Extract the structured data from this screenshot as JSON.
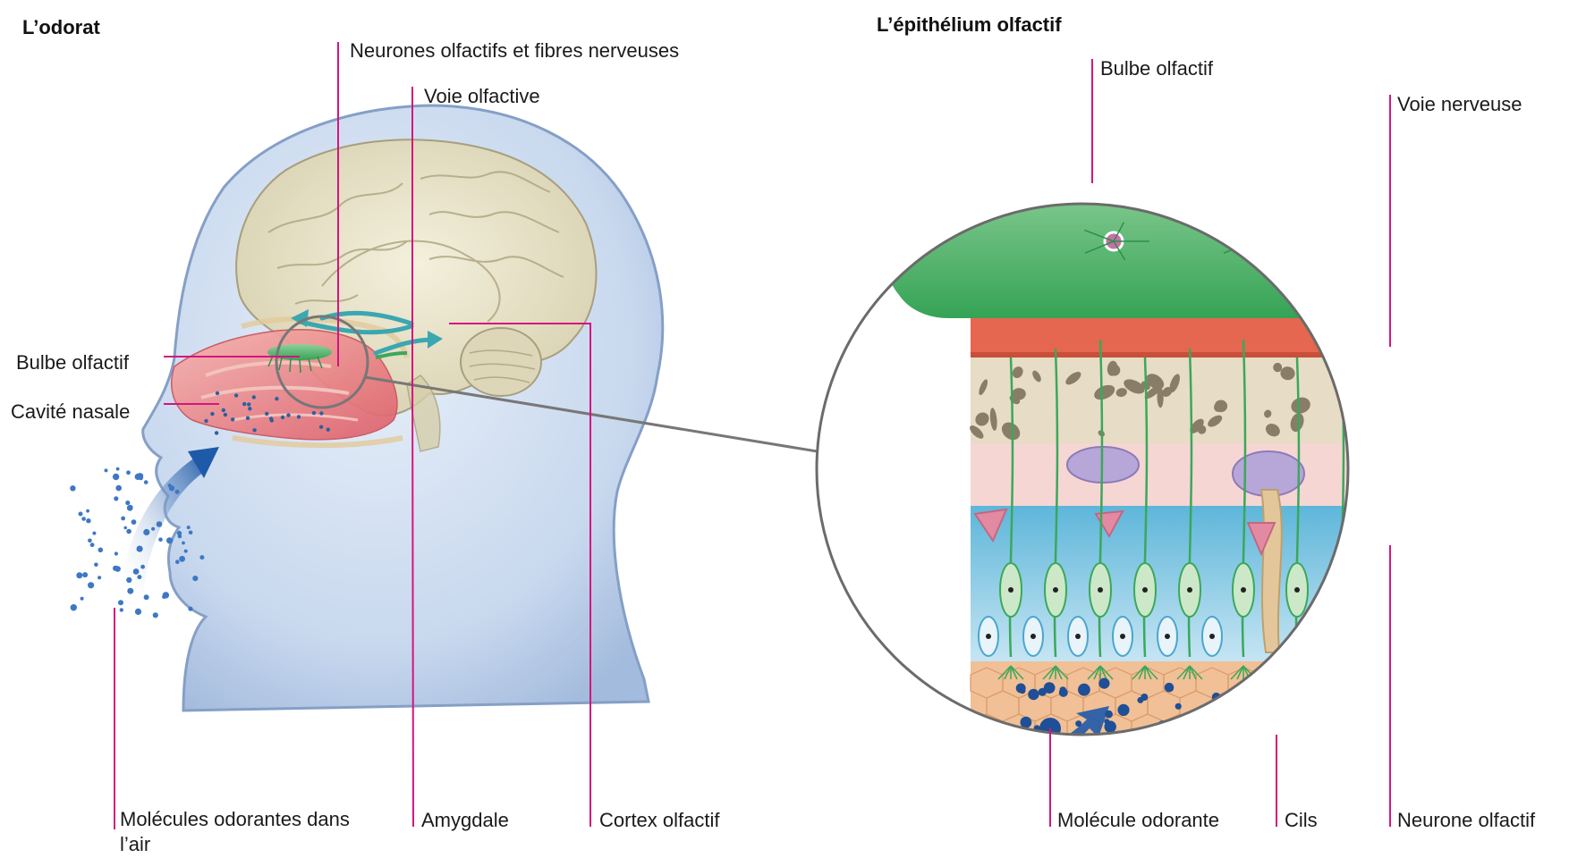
{
  "titles": {
    "left": "L’odorat",
    "right": "L’épithélium olfactif"
  },
  "labels": {
    "neurones_fibres": "Neurones olfactifs et fibres nerveuses",
    "voie_olfactive": "Voie olfactive",
    "bulbe_olfactif_left": "Bulbe olfactif",
    "cavite_nasale": "Cavité nasale",
    "molecules_air": "Molécules odorantes dans l’air",
    "amygdale": "Amygdale",
    "cortex_olfactif": "Cortex olfactif",
    "bulbe_olfactif_right": "Bulbe olfactif",
    "voie_nerveuse": "Voie nerveuse",
    "molecule_odorante": "Molécule odorante",
    "cils": "Cils",
    "neurone_olfactif": "Neurone olfactif"
  },
  "colors": {
    "leader": "#d4157f",
    "head": "#bcd0ea",
    "brain": "#ece7cf",
    "nasal": "#e8707a",
    "bulb": "#3aa85a",
    "arrow": "#2a5fa8",
    "mucus": "#8fcbe3",
    "membrane": "#f0c9a0"
  }
}
